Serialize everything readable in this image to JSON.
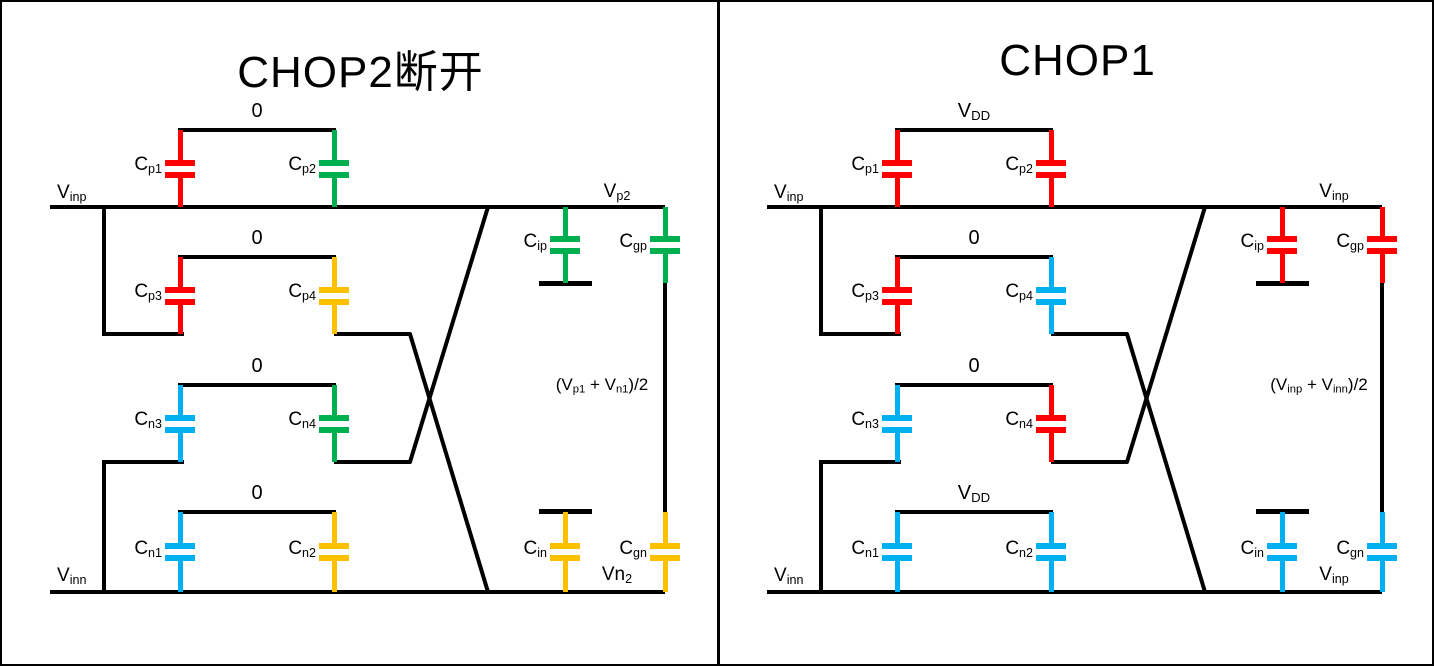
{
  "colors": {
    "red": "#FF0000",
    "green": "#00B050",
    "blue": "#00B0F0",
    "yellow": "#FFC000",
    "wire": "#000000",
    "background": "#FFFFFF"
  },
  "panels": {
    "left": {
      "title": "CHOP2断开",
      "rail_labels": {
        "top_left": {
          "base": "V",
          "sub": "inp"
        },
        "top_right": {
          "base": "V",
          "sub": "p2"
        },
        "bottom_left": {
          "base": "V",
          "sub": "inn"
        },
        "bottom_right": {
          "base": "Vn",
          "sub": "2"
        }
      },
      "bars": {
        "row1": {
          "base": "0",
          "sub": ""
        },
        "row2": {
          "base": "0",
          "sub": ""
        },
        "row3": {
          "base": "0",
          "sub": ""
        },
        "row4": {
          "base": "0",
          "sub": ""
        }
      },
      "mid_label": {
        "p1": "(V",
        "s1": "p1",
        "p2": " + V",
        "s2": "n1",
        "p3": ")/2"
      },
      "caps": {
        "cp1": {
          "base": "C",
          "sub": "p1",
          "color": "#FF0000"
        },
        "cp2": {
          "base": "C",
          "sub": "p2",
          "color": "#00B050"
        },
        "cp3": {
          "base": "C",
          "sub": "p3",
          "color": "#FF0000"
        },
        "cp4": {
          "base": "C",
          "sub": "p4",
          "color": "#FFC000"
        },
        "cn3": {
          "base": "C",
          "sub": "n3",
          "color": "#00B0F0"
        },
        "cn4": {
          "base": "C",
          "sub": "n4",
          "color": "#00B050"
        },
        "cn1": {
          "base": "C",
          "sub": "n1",
          "color": "#00B0F0"
        },
        "cn2": {
          "base": "C",
          "sub": "n2",
          "color": "#FFC000"
        },
        "cip": {
          "base": "C",
          "sub": "ip",
          "color": "#00B050"
        },
        "cgp": {
          "base": "C",
          "sub": "gp",
          "color": "#00B050"
        },
        "cin": {
          "base": "C",
          "sub": "in",
          "color": "#FFC000"
        },
        "cgn": {
          "base": "C",
          "sub": "gn",
          "color": "#FFC000"
        }
      }
    },
    "right": {
      "title": "CHOP1",
      "rail_labels": {
        "top_left": {
          "base": "V",
          "sub": "inp"
        },
        "top_right": {
          "base": "V",
          "sub": "inp"
        },
        "bottom_left": {
          "base": "V",
          "sub": "inn"
        },
        "bottom_right": {
          "base": "V",
          "sub": "inp"
        }
      },
      "bars": {
        "row1": {
          "base": "V",
          "sub": "DD"
        },
        "row2": {
          "base": "0",
          "sub": ""
        },
        "row3": {
          "base": "0",
          "sub": ""
        },
        "row4": {
          "base": "V",
          "sub": "DD"
        }
      },
      "mid_label": {
        "p1": "(V",
        "s1": "inp",
        "p2": " + V",
        "s2": "inn",
        "p3": ")/2"
      },
      "caps": {
        "cp1": {
          "base": "C",
          "sub": "p1",
          "color": "#FF0000"
        },
        "cp2": {
          "base": "C",
          "sub": "p2",
          "color": "#FF0000"
        },
        "cp3": {
          "base": "C",
          "sub": "p3",
          "color": "#FF0000"
        },
        "cp4": {
          "base": "C",
          "sub": "p4",
          "color": "#00B0F0"
        },
        "cn3": {
          "base": "C",
          "sub": "n3",
          "color": "#00B0F0"
        },
        "cn4": {
          "base": "C",
          "sub": "n4",
          "color": "#FF0000"
        },
        "cn1": {
          "base": "C",
          "sub": "n1",
          "color": "#00B0F0"
        },
        "cn2": {
          "base": "C",
          "sub": "n2",
          "color": "#00B0F0"
        },
        "cip": {
          "base": "C",
          "sub": "ip",
          "color": "#FF0000"
        },
        "cgp": {
          "base": "C",
          "sub": "gp",
          "color": "#FF0000"
        },
        "cin": {
          "base": "C",
          "sub": "in",
          "color": "#00B0F0"
        },
        "cgn": {
          "base": "C",
          "sub": "gn",
          "color": "#00B0F0"
        }
      }
    }
  }
}
